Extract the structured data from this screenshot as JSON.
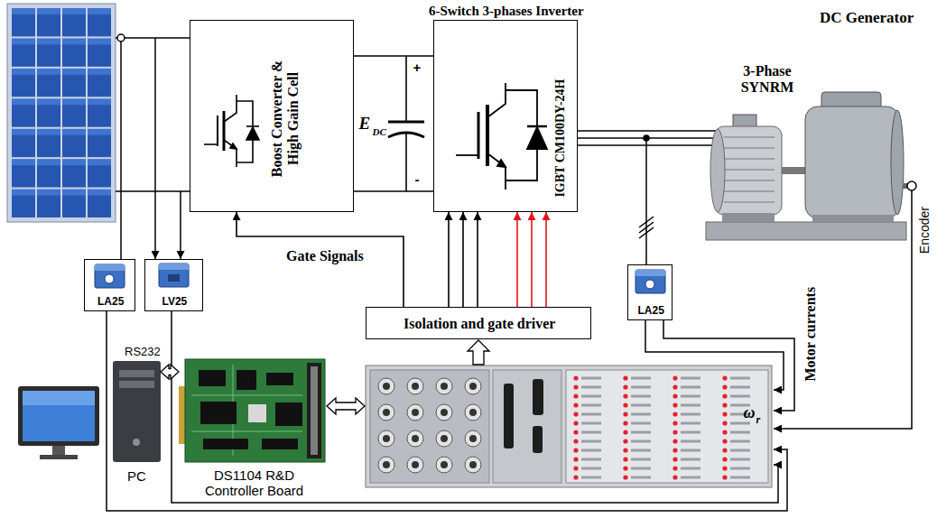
{
  "diagram": {
    "nodes": [
      {
        "text": [
          "Boost Converter & High Gain Cell"
        ]
      },
      {
        "text": [
          "6-Switch 3-phases Inverter",
          "IGBT CM100DY-24H"
        ]
      },
      {
        "text": [
          "LA25"
        ]
      },
      {
        "text": [
          "LV25"
        ]
      },
      {
        "text": [
          "LA25"
        ]
      },
      {
        "text": [
          "Isolation and gate driver"
        ]
      },
      {
        "text": [
          "PC"
        ]
      },
      {
        "text": [
          "DS1104 R&D Controller Board"
        ]
      }
    ],
    "edges": [
      {
        "from": 0,
        "to": 1,
        "arrow": "none"
      },
      {
        "from": 0,
        "to": 1,
        "arrow": "none"
      },
      {
        "from": 5,
        "to": 1,
        "arrow": "to"
      },
      {
        "from": 5,
        "to": 1,
        "arrow": "to"
      },
      {
        "from": 5,
        "to": 1,
        "arrow": "to"
      },
      {
        "from": 5,
        "to": 1,
        "arrow": "to"
      },
      {
        "from": 5,
        "to": 1,
        "arrow": "to"
      },
      {
        "from": 5,
        "to": 1,
        "arrow": "to"
      },
      {
        "from": 5,
        "to": 0,
        "arrow": "to"
      },
      {
        "from": 6,
        "to": 7,
        "arrow": "both"
      }
    ],
    "labels": [
      "E",
      "DC",
      "+",
      "-",
      "3-Phase SYNRM",
      "DC Generator",
      "Encoder",
      "Gate Signals",
      "Motor currents",
      "ω",
      "r",
      "RS232"
    ]
  }
}
